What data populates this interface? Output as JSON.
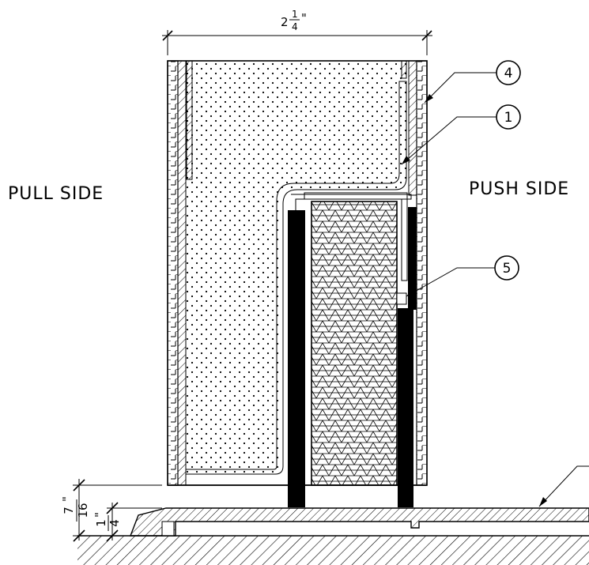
{
  "labels": {
    "pull_side": "PULL SIDE",
    "push_side": "PUSH SIDE"
  },
  "dimensions": {
    "width": {
      "whole": "2",
      "num": "1",
      "den": "4",
      "mark": "\""
    },
    "gap_total": {
      "num": "7",
      "mark": "\"",
      "den": "16"
    },
    "gap_sill": {
      "num": "1",
      "mark": "\"",
      "den": "4"
    }
  },
  "callouts": [
    {
      "id": "4"
    },
    {
      "id": "1"
    },
    {
      "id": "5"
    }
  ],
  "colors": {
    "line": "#000000",
    "background": "#ffffff",
    "seal": "#000000"
  }
}
